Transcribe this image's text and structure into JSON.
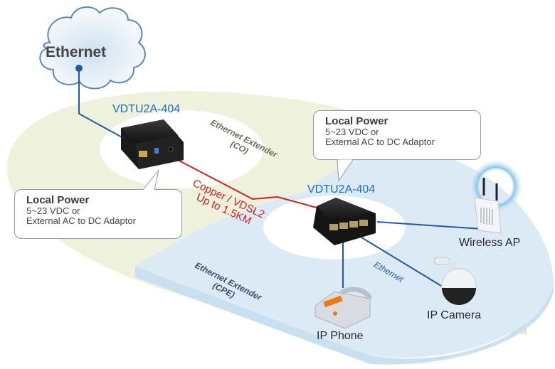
{
  "diagram": {
    "type": "network-topology",
    "cloud": {
      "label": "Ethernet"
    },
    "co_unit": {
      "model": "VDTU2A-404",
      "zone_label_line1": "Ethernet Extender",
      "zone_label_line2": "(CO)",
      "callout": {
        "title": "Local Power",
        "line1": "5~23 VDC or",
        "line2": "External AC to DC Adaptor"
      }
    },
    "link": {
      "line1": "Copper / VDSL2",
      "line2": "Up to 1.5KM"
    },
    "cpe_unit": {
      "model": "VDTU2A-404",
      "zone_label_line1": "Ethernet Extender",
      "zone_label_line2": "(CPE)",
      "callout": {
        "title": "Local Power",
        "line1": "5~23 VDC or",
        "line2": "External AC to DC Adaptor"
      }
    },
    "endpoints": [
      {
        "label": "Wireless AP"
      },
      {
        "label": "IP Camera",
        "link_label": "Ethernet"
      },
      {
        "label": "IP Phone"
      }
    ],
    "colors": {
      "ethernet_link": "#1f5aa8",
      "copper_link": "#d42020",
      "co_zone": "#eef1dc",
      "cpe_zone": "#dceaf5",
      "model_text": "#1f6db5"
    }
  }
}
